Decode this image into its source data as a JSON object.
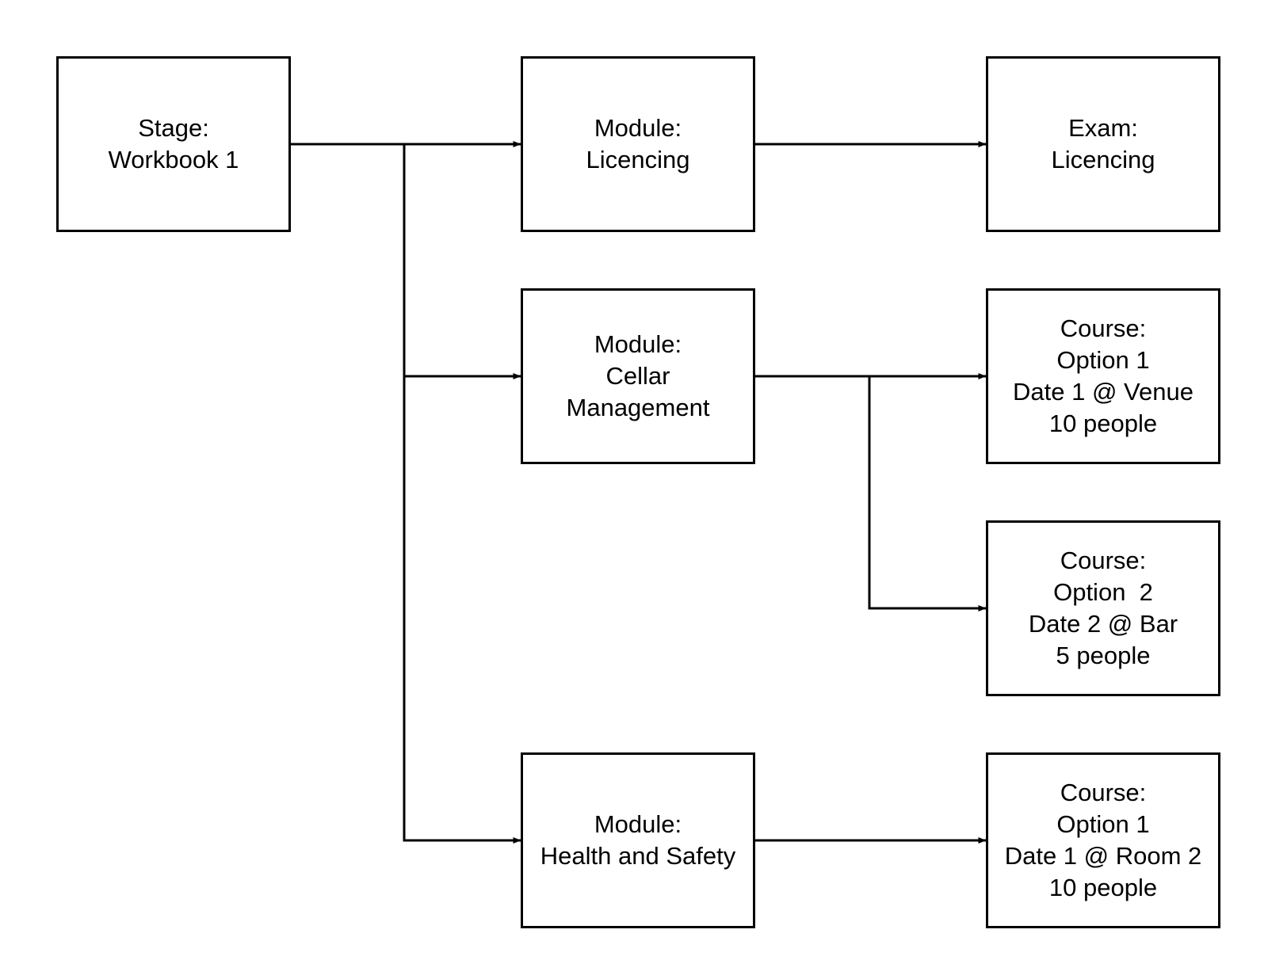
{
  "diagram": {
    "nodes": {
      "stage": {
        "lines": [
          "Stage:",
          "Workbook 1"
        ]
      },
      "mod_lic": {
        "lines": [
          "Module:",
          "Licencing"
        ]
      },
      "exam": {
        "lines": [
          "Exam:",
          "Licencing"
        ]
      },
      "mod_cel": {
        "lines": [
          "Module:",
          "Cellar",
          "Management"
        ]
      },
      "course1": {
        "lines": [
          "Course:",
          "Option 1",
          "Date 1 @ Venue",
          "10 people"
        ]
      },
      "course2": {
        "lines": [
          "Course:",
          "Option  2",
          "Date 2 @ Bar",
          "5 people"
        ]
      },
      "mod_hs": {
        "lines": [
          "Module:",
          "Health and Safety"
        ]
      },
      "course3": {
        "lines": [
          "Course:",
          "Option 1",
          "Date 1 @ Room 2",
          "10 people"
        ]
      }
    },
    "edges": [
      {
        "from": "stage",
        "to": "mod_lic"
      },
      {
        "from": "stage",
        "to": "mod_cel"
      },
      {
        "from": "stage",
        "to": "mod_hs"
      },
      {
        "from": "mod_lic",
        "to": "exam"
      },
      {
        "from": "mod_cel",
        "to": "course1"
      },
      {
        "from": "mod_cel",
        "to": "course2"
      },
      {
        "from": "mod_hs",
        "to": "course3"
      }
    ],
    "colors": {
      "stroke": "#000000",
      "fill": "#ffffff",
      "text": "#000000"
    }
  }
}
